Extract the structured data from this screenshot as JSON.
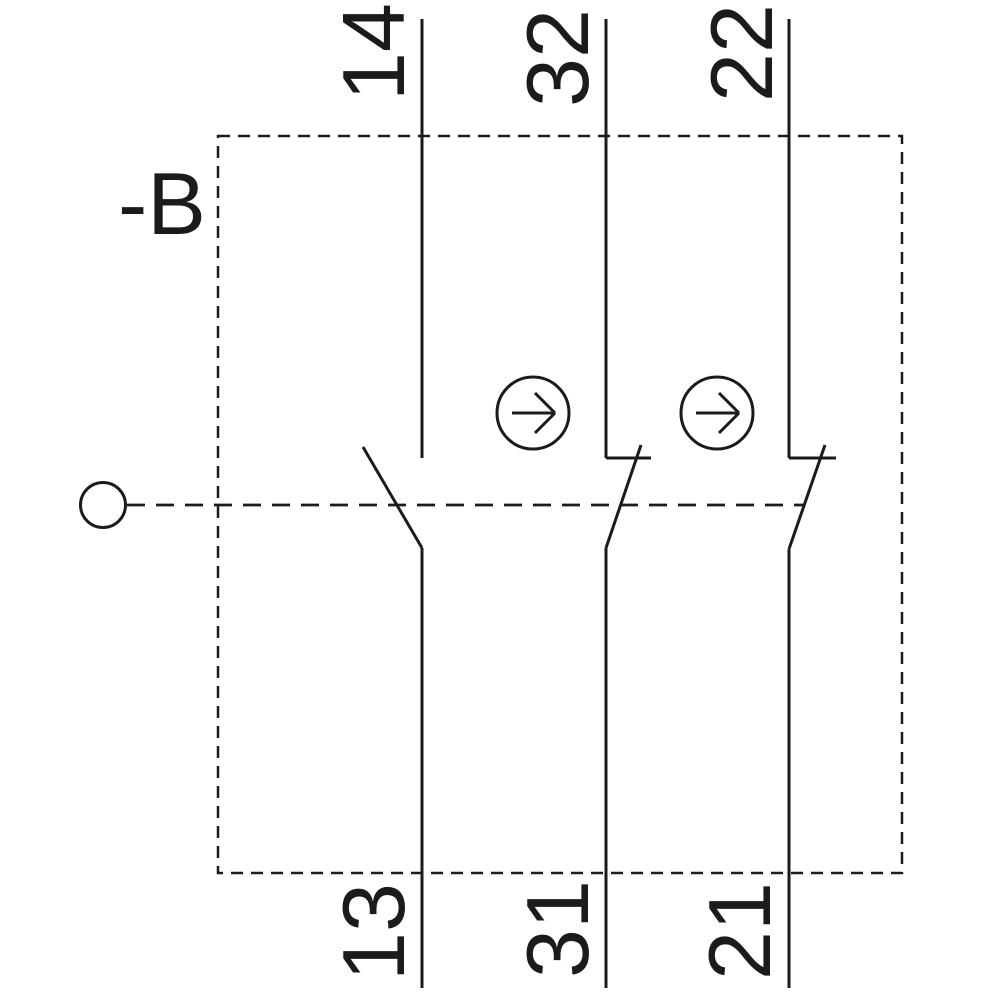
{
  "diagram": {
    "kind": "switch-contact-schematic",
    "device_label": "-B",
    "colors": {
      "line": "#1b1b1b",
      "background": "#ffffff"
    },
    "actuator": {
      "icon": "actuator-circle-icon",
      "link_style": "dashed-mechanical-link"
    },
    "contacts": [
      {
        "id": "contact-1",
        "type": "NO",
        "top_terminal": "14",
        "bottom_terminal": "13",
        "positive_opening": false
      },
      {
        "id": "contact-2",
        "type": "NC",
        "top_terminal": "32",
        "bottom_terminal": "31",
        "positive_opening": true
      },
      {
        "id": "contact-3",
        "type": "NC",
        "top_terminal": "22",
        "bottom_terminal": "21",
        "positive_opening": true
      }
    ],
    "symbols": {
      "positive_opening_icon": "positive-opening-arrow-icon"
    }
  }
}
